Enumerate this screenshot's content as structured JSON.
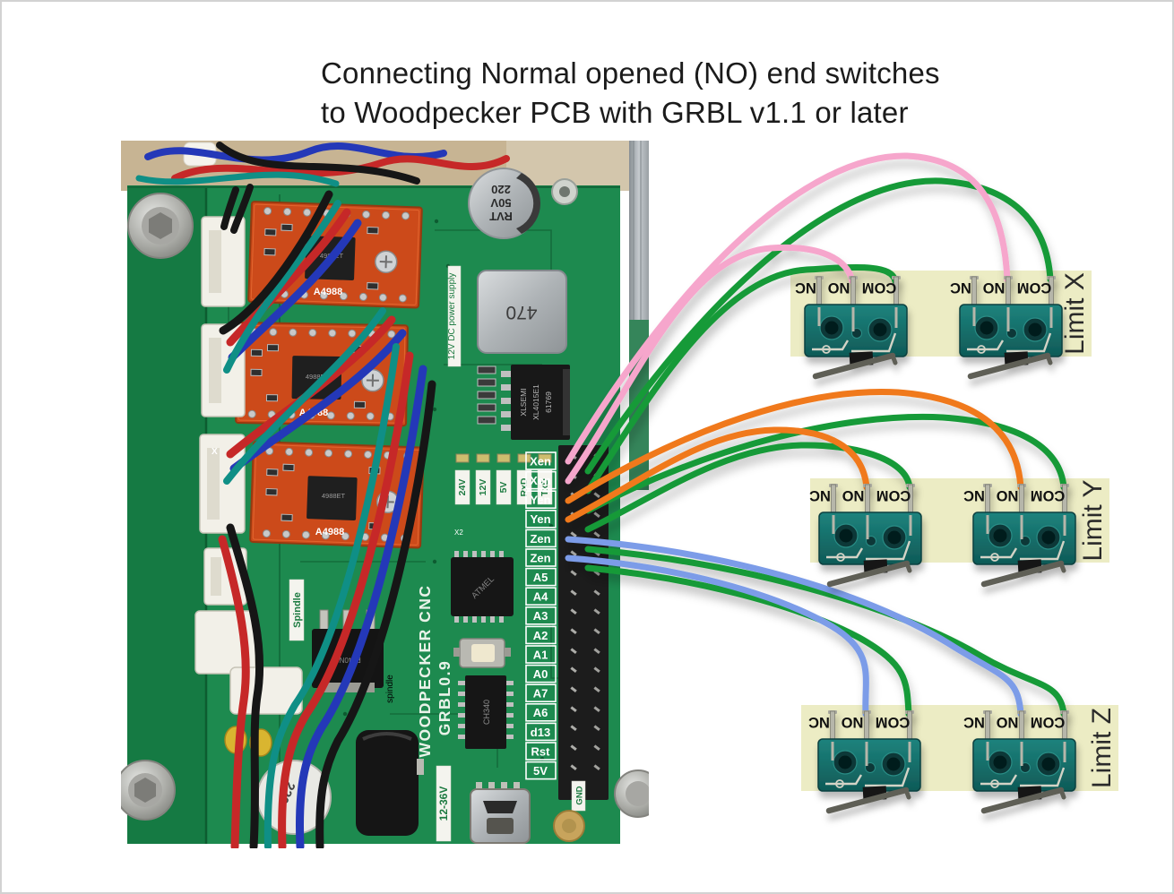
{
  "title": {
    "line1": "Connecting Normal opened (NO) end switches",
    "line2": "to Woodpecker PCB with GRBL v1.1 or later"
  },
  "colors": {
    "wire_pink": "#f6a6cc",
    "wire_green": "#169a38",
    "wire_orange": "#f0791a",
    "wire_blue": "#7b9ce8",
    "band_bg": "#ececc4",
    "switch_body_teal": "#15706c",
    "pcb_green": "#1d8a4f",
    "driver_red": "#cc4a1a"
  },
  "switch_groups": [
    {
      "label": "Limit X",
      "no_wire_color": "pink",
      "com_wire_color": "green",
      "switch_count": 2
    },
    {
      "label": "Limit Y",
      "no_wire_color": "orange",
      "com_wire_color": "green",
      "switch_count": 2
    },
    {
      "label": "Limit Z",
      "no_wire_color": "blue",
      "com_wire_color": "green",
      "switch_count": 2
    }
  ],
  "switch_terminals": {
    "nc": "NC",
    "no": "NO",
    "com": "COM"
  },
  "wiring_note": "NO terminals wired to Xen/Yen/Zen pins, COM terminals wired to GND column",
  "pcb": {
    "pin_labels": [
      "Xen",
      "Xen",
      "Yen",
      "Yen",
      "Zen",
      "Zen",
      "A5",
      "A4",
      "A3",
      "A2",
      "A1",
      "A0",
      "A7",
      "A6",
      "d13",
      "Rst",
      "5V"
    ],
    "led_labels": [
      "24V",
      "12V",
      "5V",
      "RxD",
      "TxD"
    ],
    "silkscreen": {
      "power_supply": "12V DC power supply",
      "board_name": "WOODPECKER CNC",
      "board_version": "GRBL0.9",
      "spindle_cap": "Spindle",
      "spindle_low": "spindle",
      "input_voltage": "12-36V",
      "gnd": "GND",
      "x2": "X2",
      "x_axis": "X"
    },
    "components": {
      "cap_line1": "220",
      "cap_line2": "50V",
      "cap_line3": "RVT",
      "inductor": "470",
      "reg_line1": "XLSEMI",
      "reg_line2": "XL4015E1",
      "reg_line3": "61769",
      "driver_label": "A4988",
      "driver_chip": "4988ET",
      "mcu": "ATMEL",
      "usb_chip": "CH340",
      "mosfet": "F540NS",
      "cap_bottom": "220"
    }
  }
}
